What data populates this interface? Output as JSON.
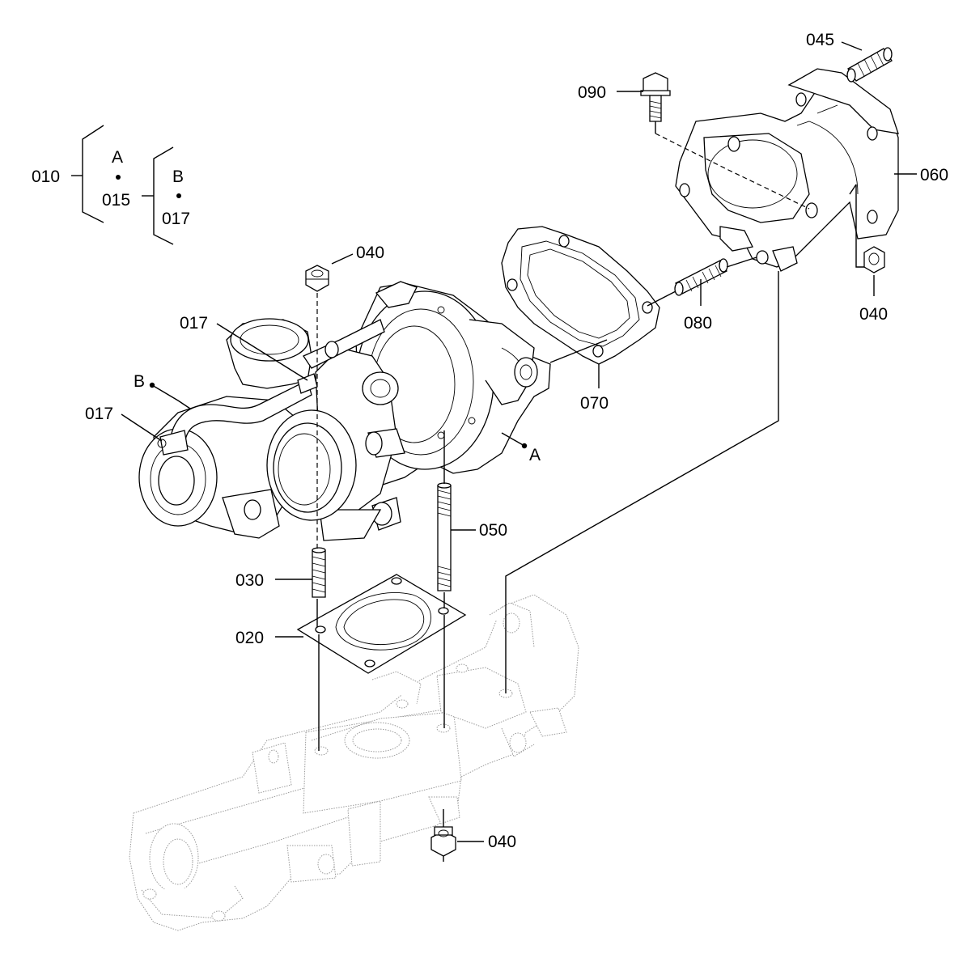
{
  "labels": {
    "p010": "010",
    "p015": "015",
    "p017_group": "017",
    "group_a": "A",
    "group_b": "B",
    "p040_top": "040",
    "p017_upper": "017",
    "p017_left": "017",
    "ref_b": "B",
    "ref_a": "A",
    "p045": "045",
    "p090": "090",
    "p060": "060",
    "p040_right": "040",
    "p080": "080",
    "p070": "070",
    "p050": "050",
    "p030": "030",
    "p020": "020",
    "p040_bottom": "040"
  },
  "colors": {
    "line": "#000000",
    "ghost": "#9a9a9a",
    "background": "#ffffff"
  }
}
